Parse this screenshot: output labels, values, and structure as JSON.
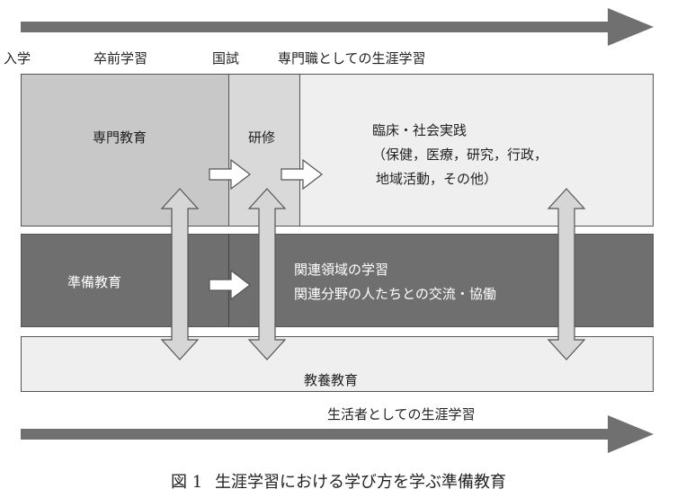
{
  "top_labels": {
    "entrance": "入学",
    "pre_graduation": "卒前学習",
    "national_exam": "国試",
    "professional_learning": "専門職としての生涯学習"
  },
  "boxes": {
    "specialized_education": "専門教育",
    "training": "研修",
    "practice_title": "臨床・社会実践",
    "practice_line1": "（保健，医療，研究，行政，",
    "practice_line2": "地域活動，その他）",
    "preparatory_education": "準備教育",
    "related_line1": "関連領域の学習",
    "related_line2": "関連分野の人たちとの交流・協働",
    "liberal_arts": "教養教育"
  },
  "bottom_arrow_label": "生活者としての生涯学習",
  "caption": {
    "figure_number": "図 1",
    "title": "生涯学習における学び方を学ぶ準備教育"
  },
  "colors": {
    "dark_band": "#6f6f6f",
    "light_gray_box": "#c8c8c8",
    "mid_gray_box": "#d9d9d9",
    "pale_box": "#efefef",
    "arrow_fill": "#707070",
    "outline_arrow_fill": "#ffffff"
  }
}
